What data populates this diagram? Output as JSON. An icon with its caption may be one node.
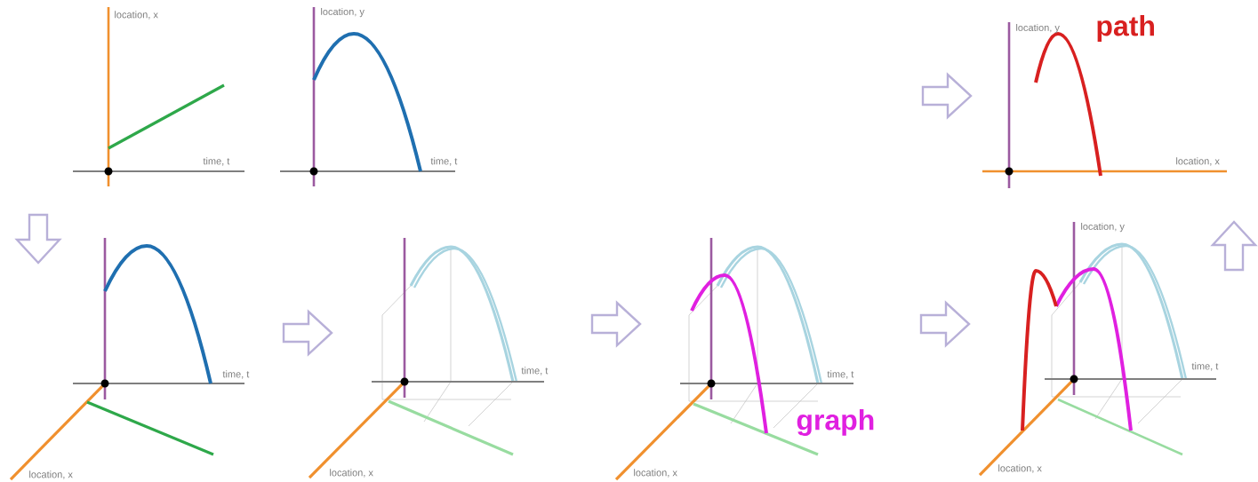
{
  "diagram": {
    "labels": [
      "location, x",
      "time, t",
      "location, y",
      "time, t",
      "location, y",
      "path",
      "location, x",
      "time, t",
      "location, x",
      "time, t",
      "location, x",
      "time, t",
      "graph",
      "location, x",
      "location, y",
      "time, t",
      "location, x"
    ]
  }
}
